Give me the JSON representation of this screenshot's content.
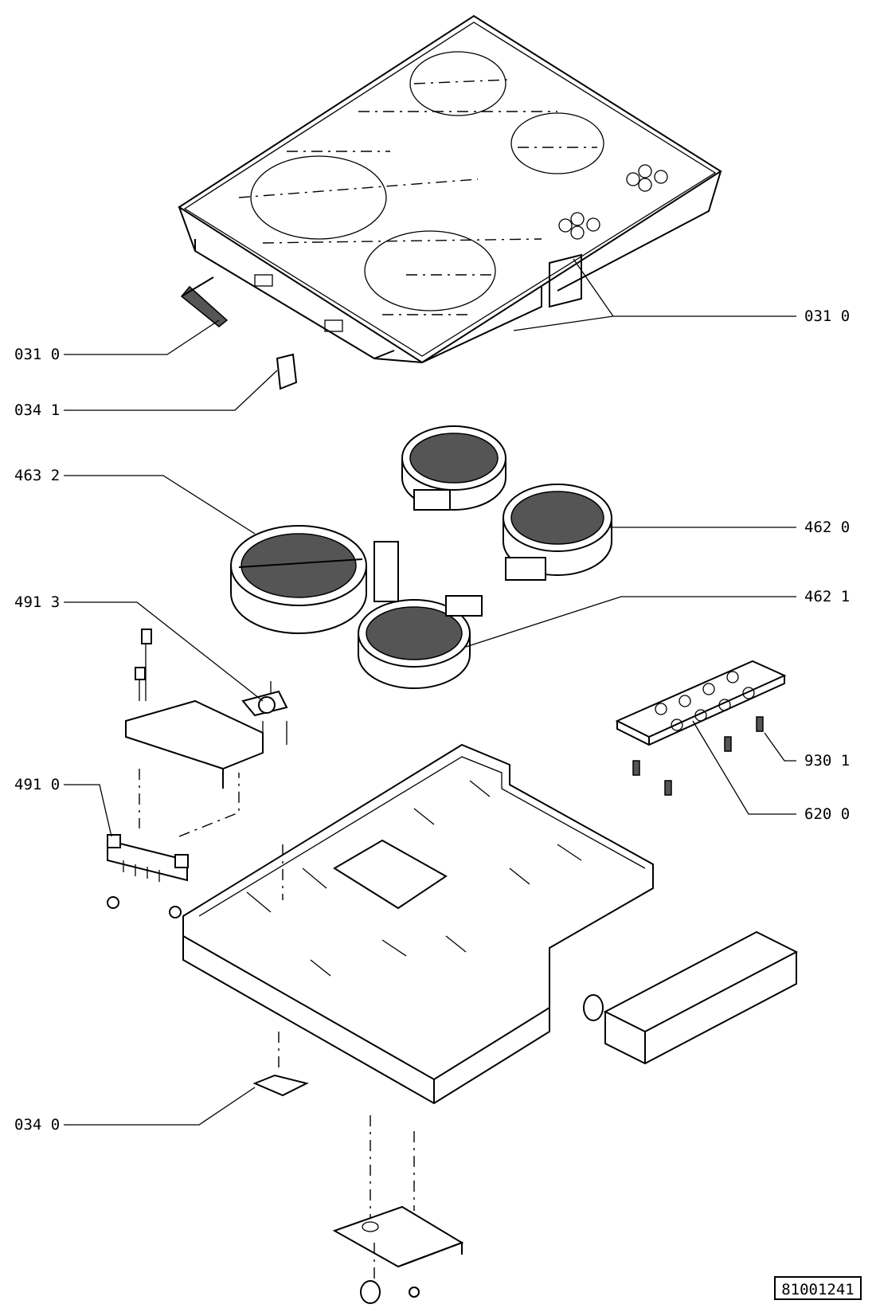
{
  "callouts": [
    {
      "id": "c1",
      "text": "031 0"
    },
    {
      "id": "c2",
      "text": "031 0"
    },
    {
      "id": "c3",
      "text": "034 1"
    },
    {
      "id": "c4",
      "text": "463 2"
    },
    {
      "id": "c5",
      "text": "462 0"
    },
    {
      "id": "c6",
      "text": "462 1"
    },
    {
      "id": "c7",
      "text": "491 3"
    },
    {
      "id": "c8",
      "text": "491 0"
    },
    {
      "id": "c9",
      "text": "930 1"
    },
    {
      "id": "c10",
      "text": "620 0"
    },
    {
      "id": "c11",
      "text": "034 0"
    }
  ],
  "document_number": "81001241"
}
